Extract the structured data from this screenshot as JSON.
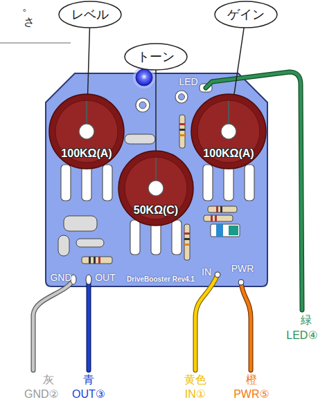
{
  "diagram": {
    "nodes": [
      {
        "text": [
          "レベル"
        ]
      },
      {
        "text": [
          "ゲイン"
        ]
      },
      {
        "text": [
          "トーン"
        ]
      },
      {
        "text": [
          "LED",
          "GND",
          "OUT",
          "IN",
          "PWR",
          "DriveBooster Rev4.1"
        ]
      },
      {
        "text": [
          "100KΩ(A)"
        ],
        "in": 3
      },
      {
        "text": [
          "100KΩ(A)"
        ],
        "in": 3
      },
      {
        "text": [
          "50KΩ(C)"
        ],
        "in": 3
      }
    ],
    "edges": [
      {
        "from": 0,
        "to": 4,
        "arrow": "none"
      },
      {
        "from": 1,
        "to": 5,
        "arrow": "none"
      },
      {
        "from": 2,
        "to": 6,
        "arrow": "none"
      }
    ],
    "labels": [
      "。",
      "さ",
      "灰",
      "GND②",
      "青",
      "OUT③",
      "黄色",
      "IN①",
      "橙",
      "PWR⑤",
      "緑",
      "LED④"
    ]
  }
}
